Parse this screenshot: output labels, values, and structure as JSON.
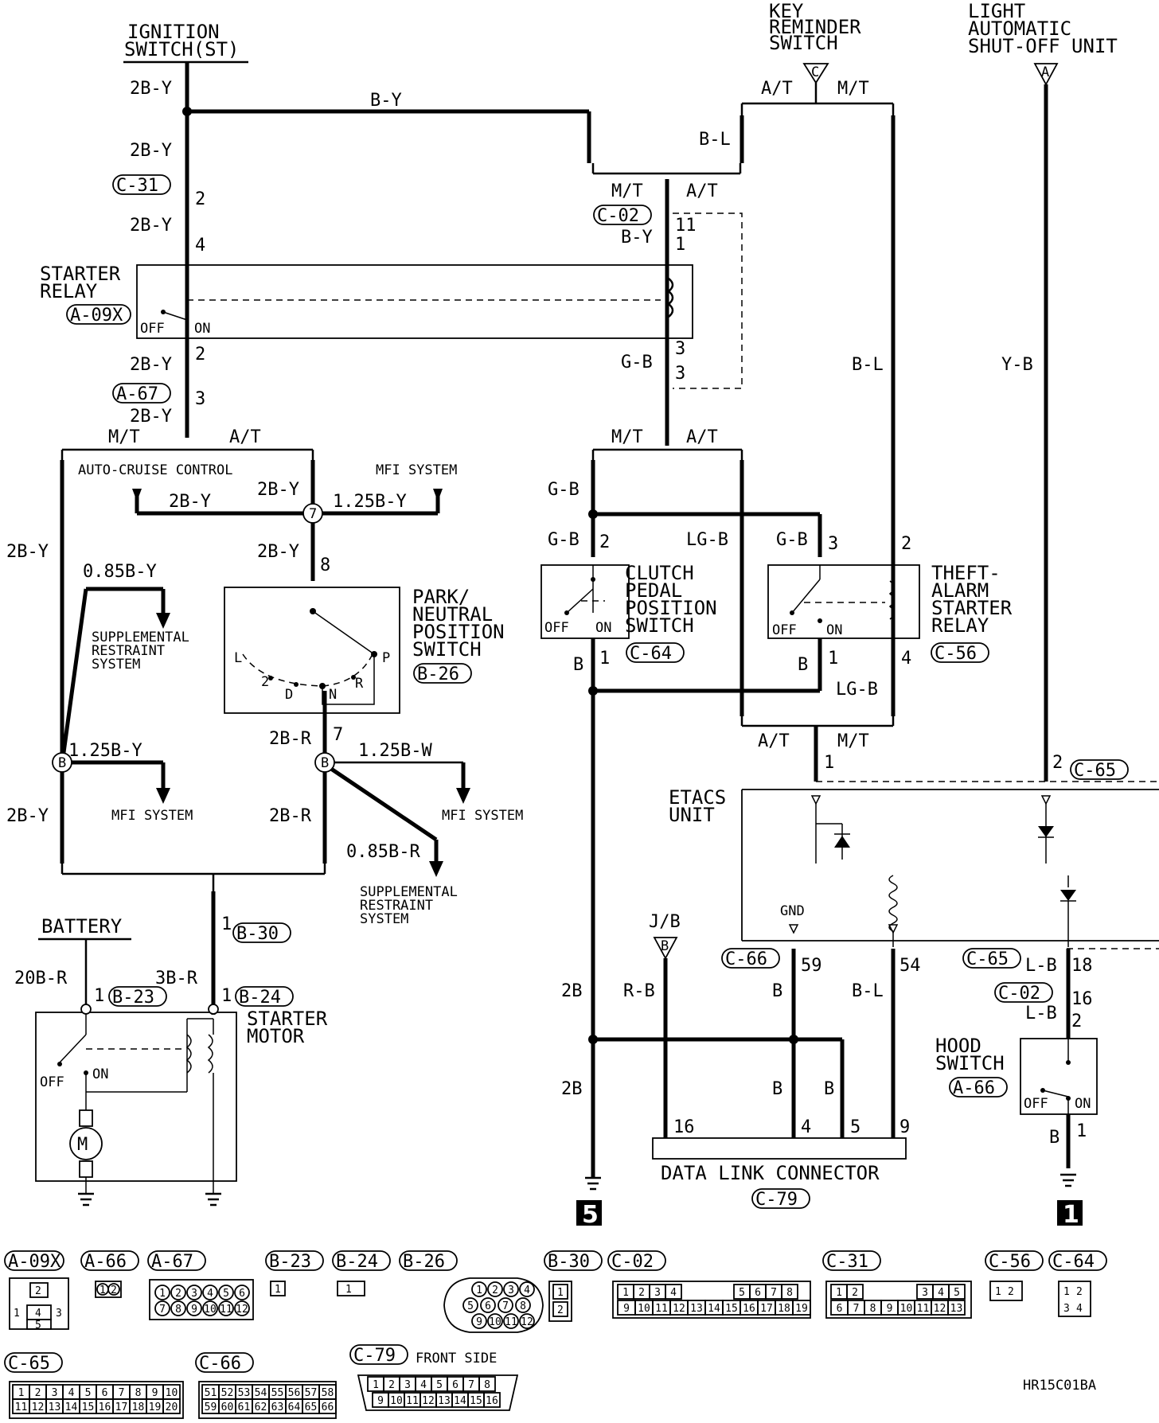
{
  "headers": {
    "ignition": [
      "IGNITION",
      "SWITCH(ST)"
    ],
    "key_reminder": [
      "KEY",
      "REMINDER",
      "SWITCH"
    ],
    "light_shutoff": [
      "LIGHT",
      "AUTOMATIC",
      "SHUT-OFF UNIT"
    ]
  },
  "components": {
    "starter_relay": {
      "lines": [
        "STARTER",
        "RELAY"
      ],
      "ref": "A-09X"
    },
    "park_neutral": {
      "lines": [
        "PARK/",
        "NEUTRAL",
        "POSITION",
        "SWITCH"
      ],
      "ref": "B-26"
    },
    "clutch": {
      "lines": [
        "CLUTCH",
        "PEDAL",
        "POSITION",
        "SWITCH"
      ],
      "ref": "C-64"
    },
    "theft_relay": {
      "lines": [
        "THEFT-",
        "ALARM",
        "STARTER",
        "RELAY"
      ],
      "ref": "C-56"
    },
    "etacs": {
      "lines": [
        "ETACS",
        "UNIT"
      ]
    },
    "hood_switch": {
      "lines": [
        "HOOD",
        "SWITCH"
      ],
      "ref": "A-66"
    },
    "battery": {
      "label": "BATTERY"
    },
    "starter_motor": {
      "lines": [
        "STARTER",
        "MOTOR"
      ]
    },
    "dlc": {
      "label": "DATA LINK CONNECTOR",
      "ref": "C-79"
    }
  },
  "connectors_inline": [
    "C-31",
    "A-67",
    "C-02",
    "B-30",
    "B-23",
    "B-24",
    "C-66",
    "C-65",
    "C-02"
  ],
  "wire_labels": {
    "w_2by": "2B-Y",
    "w_by": "B-Y",
    "w_bl": "B-L",
    "w_gb": "G-B",
    "w_lgb": "LG-B",
    "w_yb": "Y-B",
    "w_085by": "0.85B-Y",
    "w_125by": "1.25B-Y",
    "w_125bw": "1.25B-W",
    "w_2br": "2B-R",
    "w_085br": "0.85B-R",
    "w_20br": "20B-R",
    "w_3br": "3B-R",
    "w_b": "B",
    "w_2b": "2B",
    "w_rb": "R-B",
    "w_lb": "L-B"
  },
  "systems": {
    "auto_cruise": "AUTO-CRUISE CONTROL",
    "mfi": "MFI SYSTEM",
    "srs": [
      "SUPPLEMENTAL",
      "RESTRAINT",
      "SYSTEM"
    ]
  },
  "branch": {
    "mt": "M/T",
    "at": "A/T"
  },
  "switch_states": {
    "off": "OFF",
    "on": "ON"
  },
  "pin_labels": {
    "p2": "2",
    "p4": "4",
    "p3": "3",
    "p11": "11",
    "p1": "1",
    "p8": "8",
    "p7": "7",
    "p59": "59",
    "p54": "54",
    "p18": "18",
    "p16": "16",
    "p5": "5",
    "p9": "9"
  },
  "gear_letters": [
    "L",
    "2",
    "D",
    "N",
    "R",
    "P"
  ],
  "junction_letters": {
    "seven": "7",
    "b": "B"
  },
  "offpage": {
    "c": "C",
    "a": "A",
    "jb": "J/B",
    "jb_letter": "B"
  },
  "etacs_gnd": "GND",
  "ground_badges": [
    "5",
    "1"
  ],
  "legend": {
    "row1": [
      "A-09X",
      "A-66",
      "A-67",
      "B-23",
      "B-24",
      "B-26",
      "B-30",
      "C-02",
      "C-31",
      "C-56",
      "C-64"
    ],
    "row2": [
      "C-65",
      "C-66",
      "C-79"
    ],
    "front_side": "FRONT SIDE",
    "a09x_pins": [
      "1",
      "2",
      "3",
      "4",
      "5"
    ],
    "a66_pins": [
      "1",
      "2"
    ],
    "a67_pins": [
      "1",
      "2",
      "3",
      "4",
      "5",
      "6",
      "7",
      "8",
      "9",
      "10",
      "11",
      "12"
    ],
    "b23_pins": [
      "1"
    ],
    "b24_pins": [
      "1"
    ],
    "b26_pins": [
      "1",
      "2",
      "3",
      "4",
      "5",
      "6",
      "7",
      "8",
      "9",
      "10",
      "11",
      "12"
    ],
    "b30_pins": [
      "1",
      "2"
    ],
    "c02_pins": [
      "1",
      "2",
      "3",
      "4",
      "5",
      "6",
      "7",
      "8",
      "9",
      "10",
      "11",
      "12",
      "13",
      "14",
      "15",
      "16",
      "17",
      "18",
      "19"
    ],
    "c31_pins": [
      "1",
      "2",
      "3",
      "4",
      "5",
      "6",
      "7",
      "8",
      "9",
      "10",
      "11",
      "12",
      "13"
    ],
    "c56_pins": [
      "1",
      "2"
    ],
    "c64_pins": [
      "1",
      "2",
      "3",
      "4"
    ],
    "c65_pins": [
      "1",
      "2",
      "3",
      "4",
      "5",
      "6",
      "7",
      "8",
      "9",
      "10",
      "11",
      "12",
      "13",
      "14",
      "15",
      "16",
      "17",
      "18",
      "19",
      "20"
    ],
    "c66_pins": [
      "51",
      "52",
      "53",
      "54",
      "55",
      "56",
      "57",
      "58",
      "59",
      "60",
      "61",
      "62",
      "63",
      "64",
      "65",
      "66"
    ],
    "c79_pins": [
      "1",
      "2",
      "3",
      "4",
      "5",
      "6",
      "7",
      "8",
      "9",
      "10",
      "11",
      "12",
      "13",
      "14",
      "15",
      "16"
    ]
  },
  "figure_code": "HR15C01BA"
}
